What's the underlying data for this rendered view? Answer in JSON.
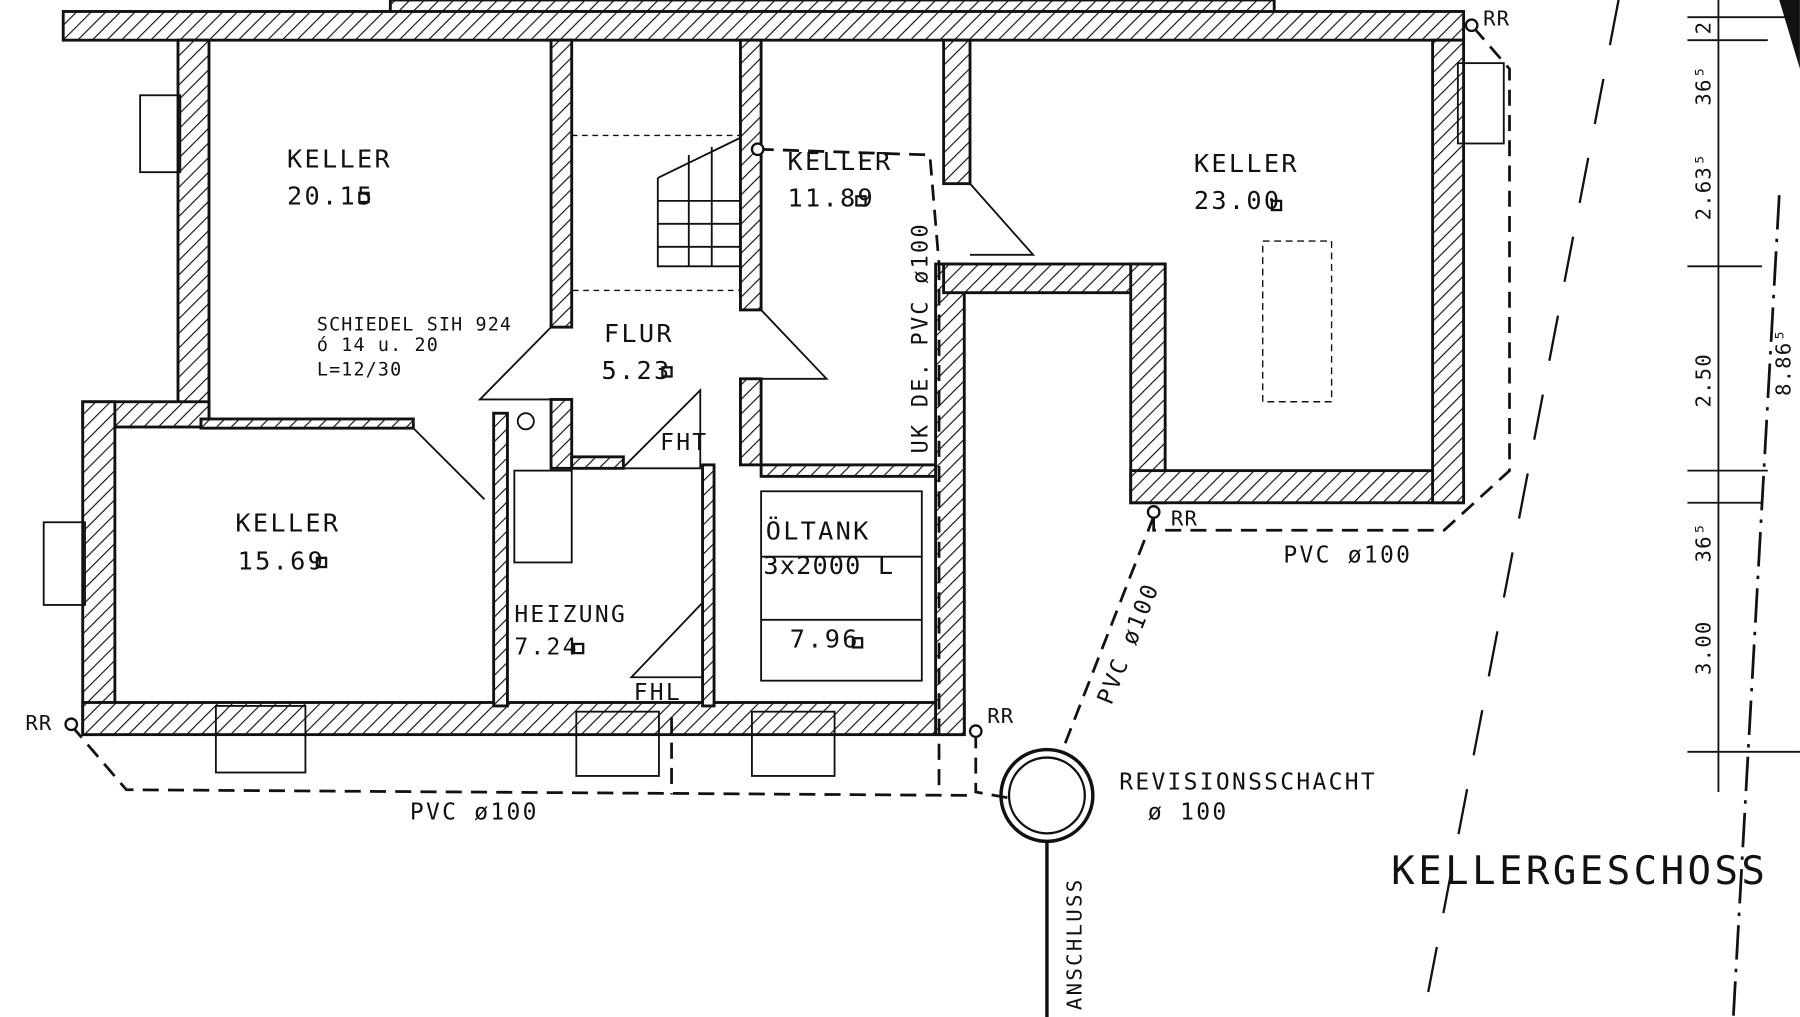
{
  "title": "KELLERGESCHOSS",
  "rooms": [
    {
      "name": "KELLER",
      "area": "20.15"
    },
    {
      "name": "KELLER",
      "area": "11.89"
    },
    {
      "name": "KELLER",
      "area": "23.00"
    },
    {
      "name": "FLUR",
      "area": "5.23"
    },
    {
      "name": "KELLER",
      "area": "15.69"
    },
    {
      "name": "HEIZUNG",
      "area": "7.24"
    },
    {
      "name": "ÖLTANK",
      "detail": "3x2000 L",
      "area": "7.96"
    }
  ],
  "chimney": {
    "line1": "SCHIEDEL SIH 924",
    "line2": "ó 14 u. 20",
    "line3": "L=12/30"
  },
  "doors": {
    "fht": "FHT",
    "fhl": "FHL"
  },
  "pipes": {
    "bottom": "PVC ø100",
    "right": "PVC ø100",
    "diagonal": "PVC ø100",
    "vertical": "UK DE. PVC ø100",
    "rr": "RR"
  },
  "manhole": {
    "label": "REVISIONSSCHACHT",
    "size": "ø 100"
  },
  "connection": "ANSCHLUSS",
  "dimensions": [
    "2",
    "36⁵",
    "2.63⁵",
    "2.50",
    "36⁵",
    "3.00"
  ],
  "total_dimension": "8.86⁵",
  "colors": {
    "ink": "#111111",
    "paper": "#ffffff"
  }
}
